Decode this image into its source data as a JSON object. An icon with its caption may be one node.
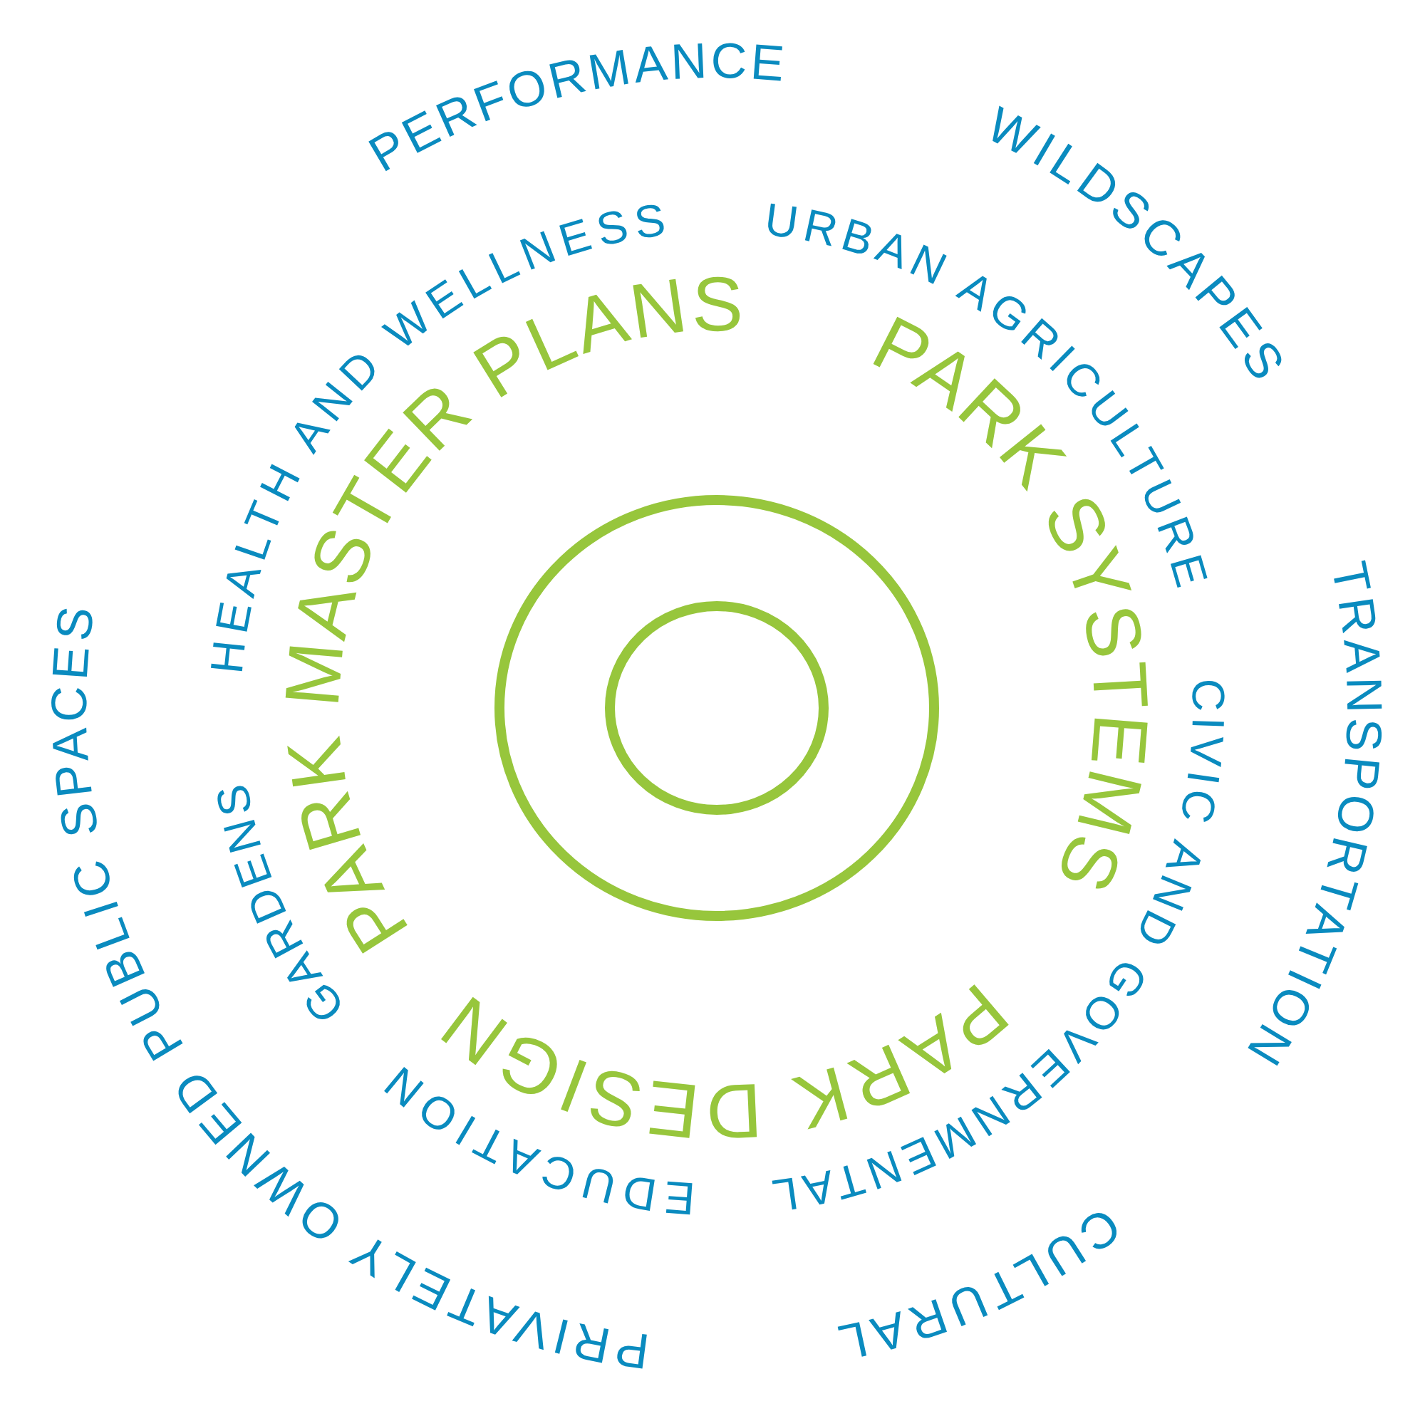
{
  "diagram": {
    "labels": [
      "PERFORMANCE",
      "WILDSCAPES",
      "TRANSPORTATION",
      "CULTURAL",
      "PRIVATELY OWNED PUBLIC SPACES",
      "HEALTH AND WELLNESS",
      "URBAN AGRICULTURE",
      "CIVIC AND GOVERNMENTAL",
      "EDUCATION",
      "GARDENS",
      "PARK MASTER PLANS",
      "PARK SYSTEMS",
      "PARK DESIGN"
    ]
  }
}
